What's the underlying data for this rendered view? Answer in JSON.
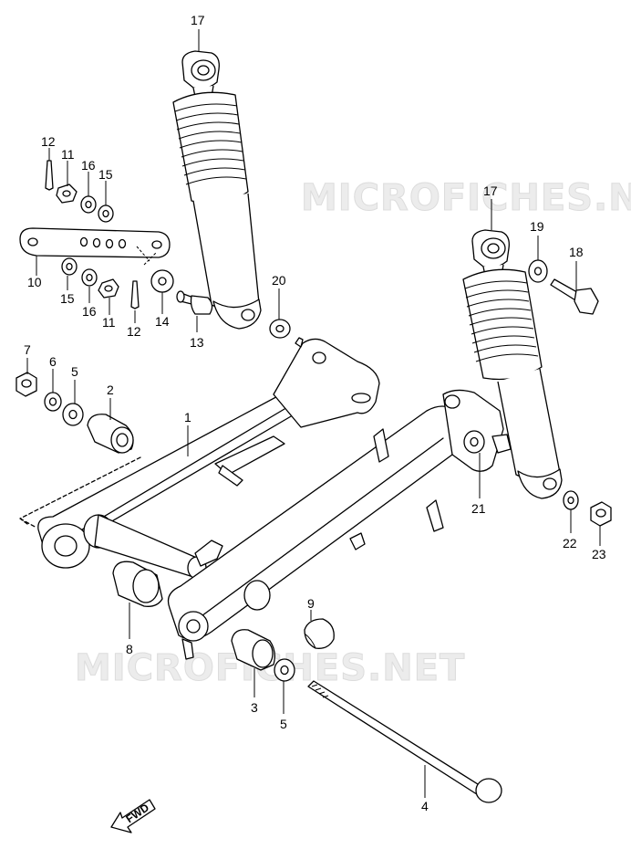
{
  "watermark": "MICROFICHES.NET",
  "direction_label": "FWD",
  "callouts": {
    "p1": "1",
    "p2": "2",
    "p3": "3",
    "p4": "4",
    "p5a": "5",
    "p5b": "5",
    "p6": "6",
    "p7": "7",
    "p8": "8",
    "p9": "9",
    "p10": "10",
    "p11a": "11",
    "p11b": "11",
    "p12a": "12",
    "p12b": "12",
    "p13": "13",
    "p14": "14",
    "p15a": "15",
    "p15b": "15",
    "p16a": "16",
    "p16b": "16",
    "p17a": "17",
    "p17b": "17",
    "p18": "18",
    "p19": "19",
    "p20": "20",
    "p21": "21",
    "p22": "22",
    "p23": "23"
  }
}
